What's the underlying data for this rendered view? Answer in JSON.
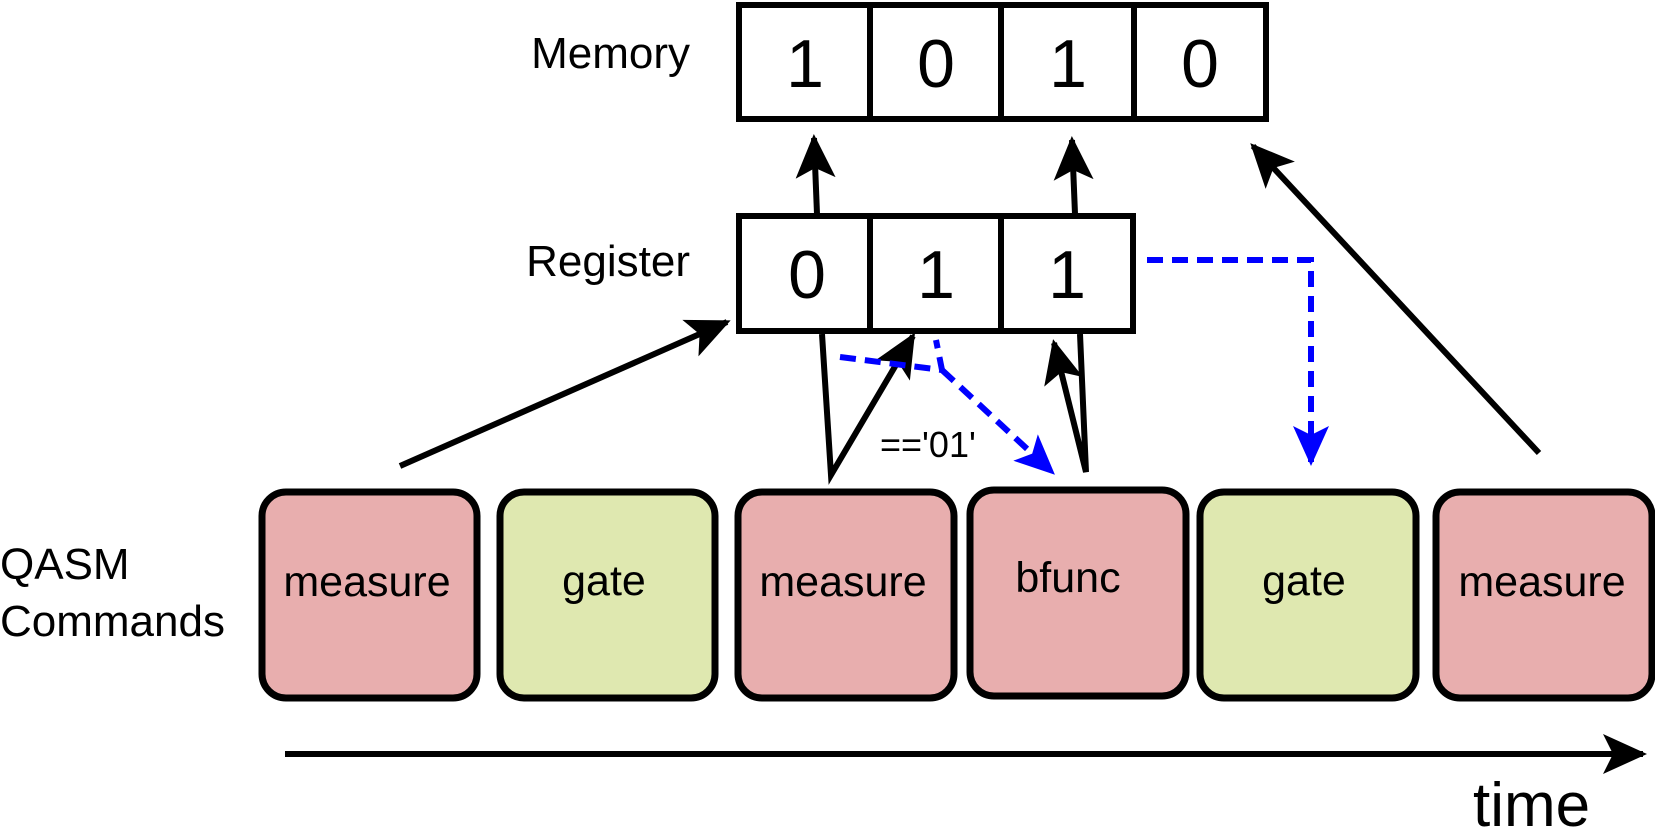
{
  "labels": {
    "memory": "Memory",
    "register": "Register",
    "qasm_line1": "QASM",
    "qasm_line2": "Commands",
    "time": "time",
    "condition": "=='01'"
  },
  "memory_bits": [
    "1",
    "0",
    "1",
    "0"
  ],
  "register_bits": [
    "0",
    "1",
    "1"
  ],
  "commands": [
    {
      "label": "measure",
      "kind": "measure"
    },
    {
      "label": "gate",
      "kind": "gate"
    },
    {
      "label": "measure",
      "kind": "measure"
    },
    {
      "label": "bfunc",
      "kind": "measure"
    },
    {
      "label": "gate",
      "kind": "gate"
    },
    {
      "label": "measure",
      "kind": "measure"
    }
  ],
  "colors": {
    "measure_fill": "#e8aeae",
    "gate_fill": "#dfe8b0",
    "stroke": "#000000",
    "conditional_arrow": "#0000ff"
  }
}
